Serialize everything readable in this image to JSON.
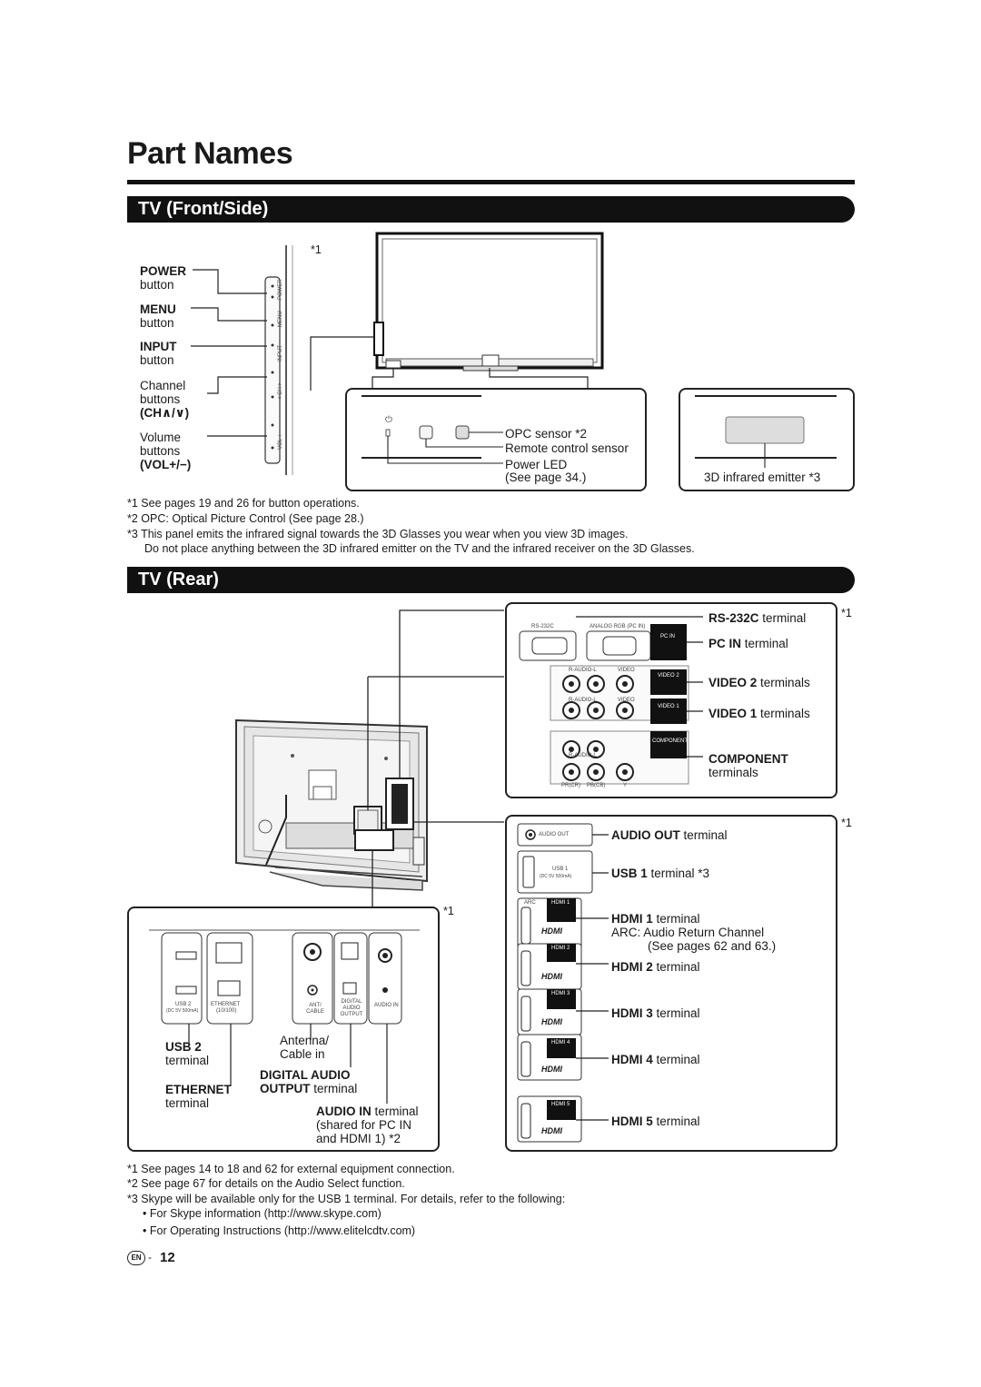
{
  "page": {
    "title": "Part Names",
    "page_number": "12",
    "lang_badge": "EN"
  },
  "front": {
    "header": "TV (Front/Side)",
    "ref1": "*1",
    "controls": {
      "power_label": "POWER",
      "power_sub": "button",
      "menu_label": "MENU",
      "menu_sub": "button",
      "input_label": "INPUT",
      "input_sub": "button",
      "channel_line1": "Channel",
      "channel_line2": "buttons",
      "channel_line3": "(CH∧/∨)",
      "volume_line1": "Volume",
      "volume_line2": "buttons",
      "volume_line3": "(VOL+/−)",
      "panel_power": "POWER",
      "panel_menu": "MENU",
      "panel_input": "INPUT",
      "panel_ch": "< CH >",
      "panel_vol": "− VOL +"
    },
    "sensors": {
      "opc": "OPC sensor *2",
      "remote": "Remote control sensor",
      "power_led": "Power LED",
      "power_led_page": "(See page 34.)",
      "emitter": "3D infrared emitter *3"
    },
    "notes": [
      "*1 See pages 19 and 26 for button operations.",
      "*2 OPC: Optical Picture Control (See page 28.)",
      "*3 This panel emits the infrared signal towards the 3D Glasses you wear when you view 3D images.",
      "Do not place anything between the 3D infrared emitter on the TV and the infrared receiver on the 3D Glasses."
    ]
  },
  "rear": {
    "header": "TV (Rear)",
    "ref1": "*1",
    "panel_top": {
      "rs232c_small": "RS-232C",
      "analog_small": "ANALOG RGB (PC IN)",
      "pcin_small": "PC IN",
      "raudiol_small": "R-AUDIO-L",
      "video_small": "VIDEO",
      "video2_small": "VIDEO 2",
      "video1_small": "VIDEO 1",
      "component_small": "COMPONENT",
      "pr_small": "PR(CR)",
      "pb_small": "PB(CB)",
      "y_small": "Y",
      "rs232c_label": "RS-232C",
      "rs232c_sub": "terminal",
      "pcin_label": "PC IN",
      "pcin_sub": "terminal",
      "video2_label": "VIDEO 2",
      "video2_sub": "terminals",
      "video1_label": "VIDEO 1",
      "video1_sub": "terminals",
      "component_label": "COMPONENT",
      "component_sub": "terminals"
    },
    "panel_side": {
      "audio_out_small": "AUDIO OUT",
      "usb1_small": "USB 1",
      "usb1_spec": "(DC 5V 500mA)",
      "arc_small": "ARC",
      "hdmi1_small": "HDMI 1",
      "hdmi2_small": "HDMI 2",
      "hdmi3_small": "HDMI 3",
      "hdmi4_small": "HDMI 4",
      "hdmi5_small": "HDMI 5",
      "hdmi_logo": "HDMI",
      "audio_out_label": "AUDIO OUT",
      "audio_out_sub": "terminal",
      "usb1_label": "USB 1",
      "usb1_sub": "terminal *3",
      "hdmi1_label": "HDMI 1",
      "hdmi1_sub": "terminal",
      "arc_note": "ARC:  Audio Return Channel",
      "arc_page": "(See pages 62 and 63.)",
      "hdmi2_label": "HDMI 2",
      "hdmi2_sub": "terminal",
      "hdmi3_label": "HDMI 3",
      "hdmi3_sub": "terminal",
      "hdmi4_label": "HDMI 4",
      "hdmi4_sub": "terminal",
      "hdmi5_label": "HDMI 5",
      "hdmi5_sub": "terminal"
    },
    "panel_bottom": {
      "usb2_small": "USB 2",
      "usb2_spec": "(DC 5V 500mA)",
      "ethernet_small": "ETHERNET",
      "ethernet_spec": "(10/100)",
      "ant_small": "ANT/ CABLE",
      "digital_small": "DIGITAL AUDIO OUTPUT",
      "audioin_small": "AUDIO IN",
      "usb2_label": "USB 2",
      "usb2_sub": "terminal",
      "ethernet_label": "ETHERNET",
      "ethernet_sub": "terminal",
      "antenna_line1": "Antenna/",
      "antenna_line2": "Cable in",
      "digital_label": "DIGITAL AUDIO",
      "digital_label2": "OUTPUT",
      "digital_sub": "terminal",
      "audioin_label": "AUDIO IN",
      "audioin_sub": "terminal",
      "audioin_note1": "(shared for PC IN",
      "audioin_note2": "and HDMI 1) *2"
    },
    "notes": [
      "*1 See pages 14 to 18 and 62 for external equipment connection.",
      "*2 See page 67 for details on the Audio Select function.",
      "*3 Skype will be available only for the USB 1 terminal. For details, refer to the following:"
    ],
    "bullets": [
      "For Skype information (http://www.skype.com)",
      "For Operating Instructions (http://www.elitelcdtv.com)"
    ]
  }
}
